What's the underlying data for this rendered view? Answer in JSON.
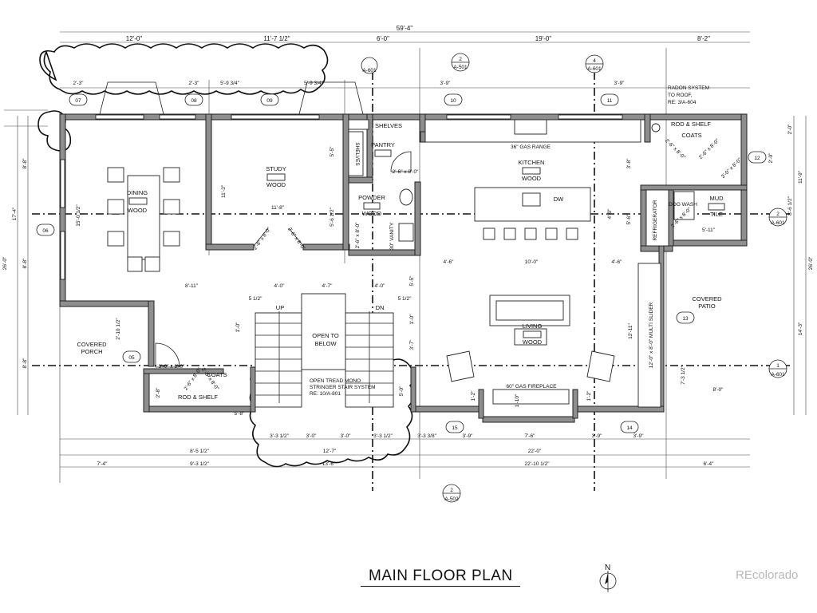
{
  "title": "MAIN FLOOR PLAN",
  "north": "N",
  "watermark": "REcolorado",
  "rooms": {
    "dining": "DINING",
    "dining_floor": "WOOD",
    "study": "STUDY",
    "study_floor": "WOOD",
    "pantry": "PANTRY",
    "shelves_top": "SHELVES",
    "shelves_side": "SHELVES",
    "kitchen": "KITCHEN",
    "kitchen_floor": "WOOD",
    "gas_range": "36\" GAS RANGE",
    "powder": "POWDER",
    "powder_floor": "WOOD",
    "vanity": "30\" VANITY",
    "dw": "DW",
    "refrigerator": "REFRIGERATOR",
    "dog_wash": "DOG WASH",
    "mud": "MUD",
    "mud_floor": "TILE",
    "coats_upper": "COATS",
    "rod_shelf_upper": "ROD & SHELF",
    "radon": [
      "RADON SYSTEM",
      "TO ROOF,",
      "RE: 3/A-604"
    ],
    "living": "LIVING",
    "living_floor": "WOOD",
    "fireplace": "60\" GAS FIREPLACE",
    "multi_slider": "12'-0\" x 8'-0\" MULTI SLIDER",
    "covered_patio": [
      "COVERED",
      "PATIO"
    ],
    "covered_porch": [
      "COVERED",
      "PORCH"
    ],
    "open_to_below": [
      "OPEN TO",
      "BELOW"
    ],
    "up": "UP",
    "dn": "DN",
    "open_tread": [
      "OPEN TREAD MONO",
      "STRINGER STAIR SYSTEM",
      "RE: 10/A-801"
    ],
    "coats_lower": "COATS",
    "rod_shelf_lower": "ROD & SHELF"
  },
  "doors": {
    "pantry": "2'-6\" x 8'-0\"",
    "powder": "2'-6\" x 8'-0\"",
    "study_left": "2'-6\" x 8'-0\"",
    "study_right": "2'-6\" x 8'-0\"",
    "entry": "3'-0\" x 8'-0\"",
    "coats_lower": "2'-6\" x 8'-0\"",
    "coats_lower_b": "2'-6\" x 8'-0\"",
    "coats_upper": "2'-6\" x 8'-0\"",
    "coats_upper_b": "2'-6\" x 8'-0\"",
    "mud": "2'-6\" x 8'-0\"",
    "closet": "3'-0\" x 8'-0\""
  },
  "tags": {
    "t05": "05",
    "t06": "06",
    "t07": "07",
    "t08": "08",
    "t09": "09",
    "t10": "10",
    "t11": "11",
    "t12": "12",
    "t13": "13",
    "t14": "14",
    "t15": "15"
  },
  "sections": {
    "s_top1": {
      "num": "2",
      "sheet": "A-501"
    },
    "s_top2": {
      "num": "4",
      "sheet": "A-601"
    },
    "s_top3": {
      "num": "",
      "sheet": "A-601"
    },
    "s_right1": {
      "num": "2",
      "sheet": "A-601"
    },
    "s_right2": {
      "num": "1",
      "sheet": "A-601"
    },
    "s_bottom": {
      "num": "2",
      "sheet": "A-502"
    }
  },
  "dims": {
    "overall": "59'-4\"",
    "top": [
      "12'-0\"",
      "11'-7 1/2\"",
      "6'-0\"",
      "19'-0\"",
      "8'-2\""
    ],
    "top2": [
      "2'-3\"",
      "2'-3\"",
      "5'-9 3/4\"",
      "5'-9 3/4\"",
      "3'-9\"",
      "3'-9\""
    ],
    "left": [
      "8'-8\"",
      "17'-4\"",
      "8'-8\"",
      "26'-0\"",
      "8'-8\""
    ],
    "right": [
      "2'-0\"",
      "11'-9\"",
      "2'-0\"",
      "8'-6 1/2\"",
      "26'-0\"",
      "14'-3\""
    ],
    "interior": {
      "study_h": "11'-3\"",
      "study_w": "11'-8\"",
      "study_r": "5'-6 1/2\"",
      "study_top": "5'-5\"",
      "dining_w": "15'-0 1/2\"",
      "powder_h": "4'-0\"",
      "kitchen_w": "10'-0\"",
      "k_left": "4'-6\"",
      "k_right": "4'-6\"",
      "k_v": "3'-8\"",
      "k_v2": "5'-6\"",
      "mud_w": "5'-11\"",
      "stair_l": "8'-11\"",
      "stair_a": "4'-0\"",
      "stair_b": "4'-7\"",
      "stair_c": "4'-0\"",
      "half1": "5 1/2\"",
      "half2": "5 1/2\"",
      "ls_v": "5'-5\"",
      "ls_v2": "3'-7\"",
      "ls_v3": "1'-0\"",
      "ls_v4": "12'-11\"",
      "living_v": "7'-3 1/2\"",
      "patio_w": "8'-0\"",
      "porch_h": "2'-10 1/2\"",
      "fp_d": "1'-10\"",
      "fp_a": "1'-2\"",
      "fp_b": "1'-2\"",
      "sm1": "1'-0\"",
      "sm2": "2'-8\"",
      "sm3": "5'-8\"",
      "sm4": "5'-0\""
    },
    "bottom1": [
      "3'-3 1/2\"",
      "3'-0\"",
      "3'-0\"",
      "3'-3 1/2\"",
      "3'-3 3/8\"",
      "3'-9\"",
      "7'-6\"",
      "3'-9\"",
      "3'-9\""
    ],
    "bottom2": [
      "8'-5 1/2\"",
      "12'-7\"",
      "22'-0\""
    ],
    "bottom3": [
      "7'-4\"",
      "9'-3 1/2\"",
      "13'-6\"",
      "22'-10 1/2\"",
      "6'-4\""
    ]
  }
}
